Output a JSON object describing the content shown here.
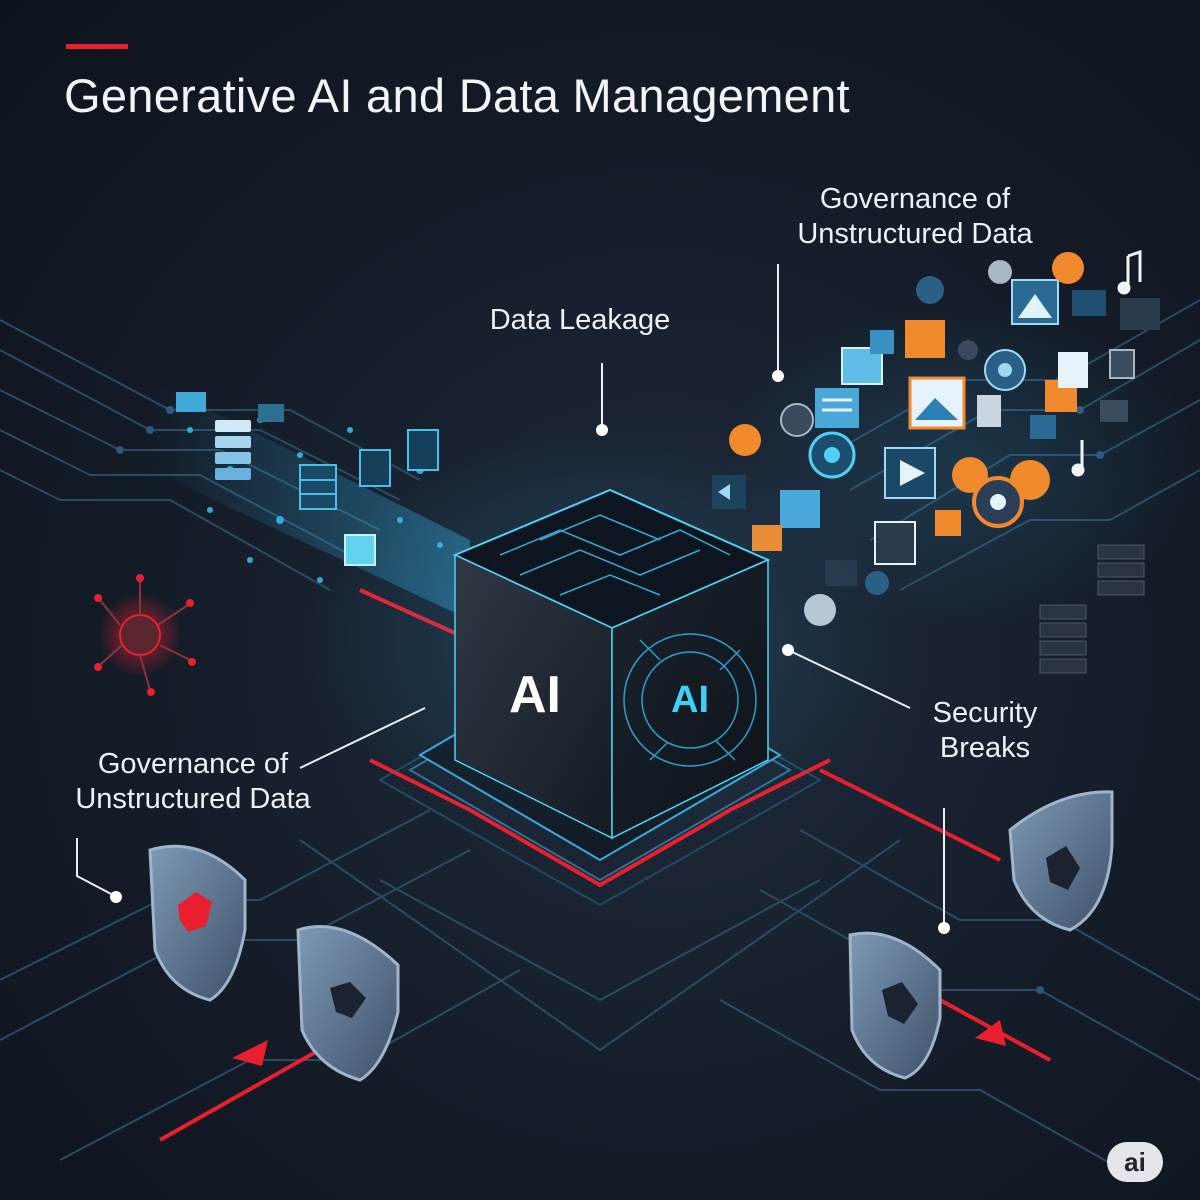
{
  "title": "Generative AI and Data Management",
  "labels": {
    "data_leakage": "Data Leakage",
    "governance_top": [
      "Governance of",
      "Unstructured Data"
    ],
    "governance_left": [
      "Governance of",
      "Unstructured Data"
    ],
    "security_breaks": [
      "Security",
      "Breaks"
    ]
  },
  "cube": {
    "front_text": "AI",
    "side_text": "AI"
  },
  "badge": "ai",
  "colors": {
    "background": "#141c28",
    "accent_red": "#e8202e",
    "circuit_blue": "#2fb4e8",
    "media_orange": "#f08a2c",
    "shield_steel": "#5d7691"
  },
  "icons": {
    "media_cluster": [
      "image-icon",
      "play-icon",
      "music-note-icon",
      "document-icon",
      "chat-bubble-icon",
      "settings-icon",
      "database-icon",
      "code-icon",
      "globe-icon"
    ],
    "data_stream": [
      "server-icon",
      "database-icon",
      "document-icon",
      "chip-icon"
    ],
    "threats": [
      "virus-icon",
      "broken-shield-icon"
    ]
  }
}
